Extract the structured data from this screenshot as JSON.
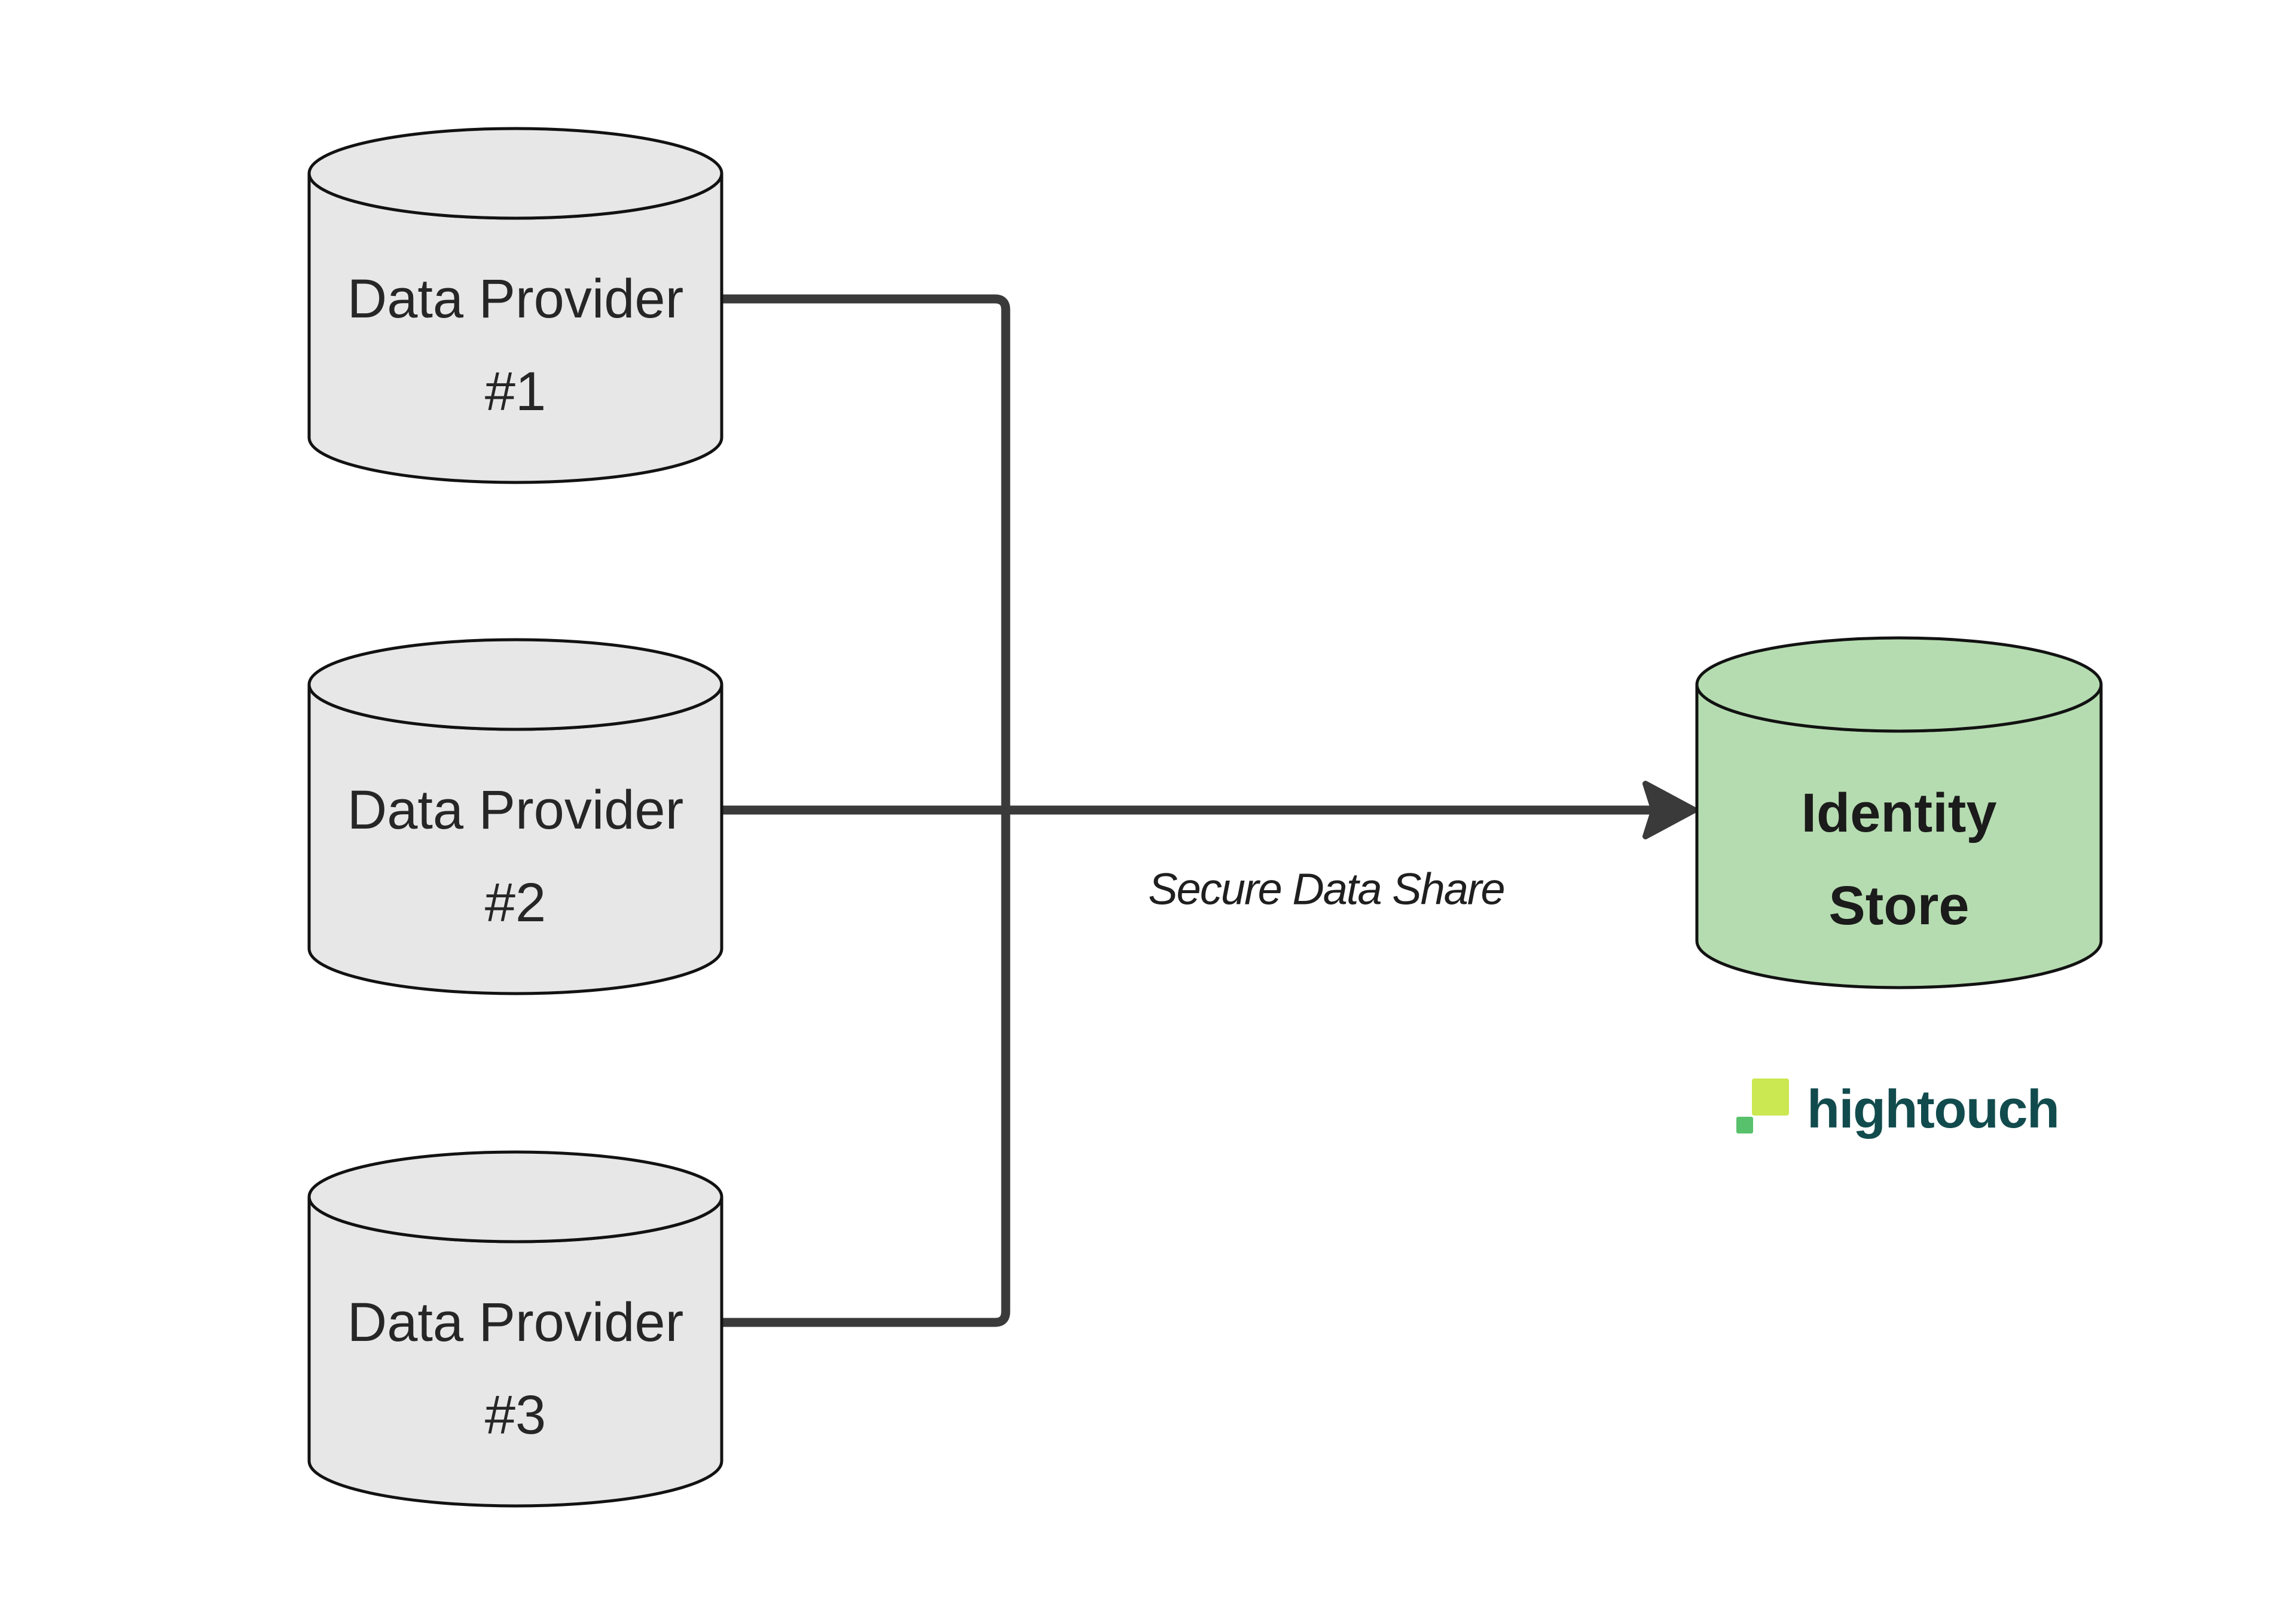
{
  "diagram": {
    "background_color": "#ffffff",
    "providers": [
      {
        "line1": "Data Provider",
        "line2": "#1"
      },
      {
        "line1": "Data Provider",
        "line2": "#2"
      },
      {
        "line1": "Data Provider",
        "line2": "#3"
      }
    ],
    "provider_style": {
      "fill": "#e7e7e7",
      "stroke": "#121212"
    },
    "identity_store": {
      "line1": "Identity",
      "line2": "Store",
      "fill": "#b5dcb0",
      "stroke": "#121212"
    },
    "connector": {
      "label": "Secure Data Share",
      "color": "#3a3a3a",
      "label_color": "#1f1f1f"
    },
    "logo": {
      "wordmark": "hightouch",
      "wordmark_color": "#124b4d",
      "square_large_color": "#cbe751",
      "square_small_color": "#58c16c"
    }
  }
}
